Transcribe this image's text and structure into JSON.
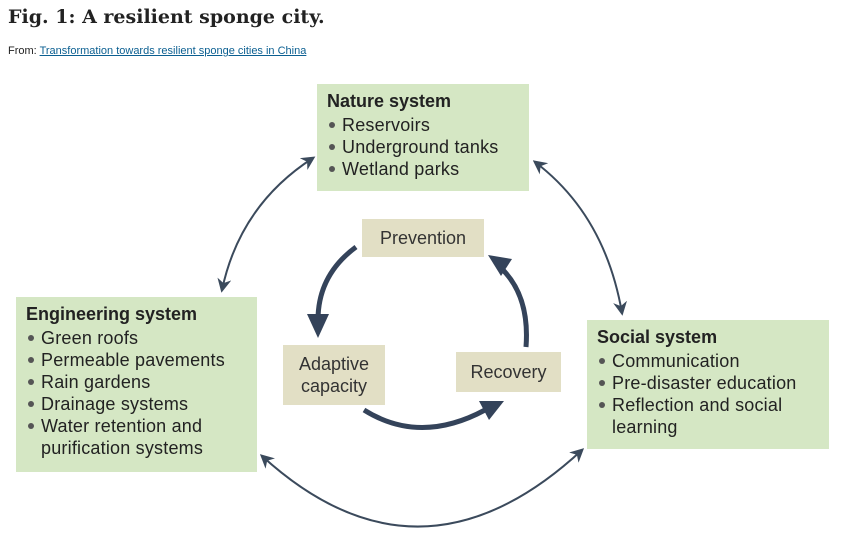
{
  "figure": {
    "title": "Fig. 1: A resilient sponge city.",
    "from_prefix": "From: ",
    "from_link": "Transformation towards resilient sponge cities in China"
  },
  "systems": {
    "nature": {
      "title": "Nature system",
      "items": [
        "Reservoirs",
        "Underground tanks",
        "Wetland parks"
      ]
    },
    "engineering": {
      "title": "Engineering system",
      "items": [
        "Green roofs",
        "Permeable pavements",
        "Rain gardens",
        "Drainage systems",
        "Water retention and purification systems"
      ]
    },
    "social": {
      "title": "Social system",
      "items": [
        "Communication",
        "Pre-disaster education",
        "Reflection and social learning"
      ]
    }
  },
  "cycle": {
    "prevention": "Prevention",
    "adaptive": "Adaptive capacity",
    "recovery": "Recovery"
  },
  "colors": {
    "system_box": "#d5e7c4",
    "stage_box": "#e2dfc5",
    "outer_arrow": "#3b4a5c",
    "inner_arrow": "#34435a"
  }
}
